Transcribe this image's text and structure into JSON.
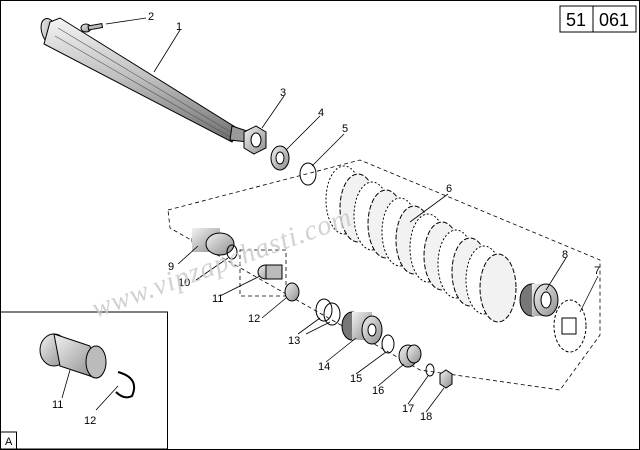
{
  "header": {
    "group_number": "51",
    "page_number": "061"
  },
  "watermark": "www.vipzapchasti.com",
  "callouts": [
    "1",
    "2",
    "3",
    "4",
    "5",
    "6",
    "7",
    "8",
    "9",
    "10",
    "11",
    "12",
    "13",
    "14",
    "15",
    "16",
    "17",
    "18"
  ],
  "detail_view": {
    "label": "A",
    "callouts": [
      "11",
      "12"
    ]
  }
}
